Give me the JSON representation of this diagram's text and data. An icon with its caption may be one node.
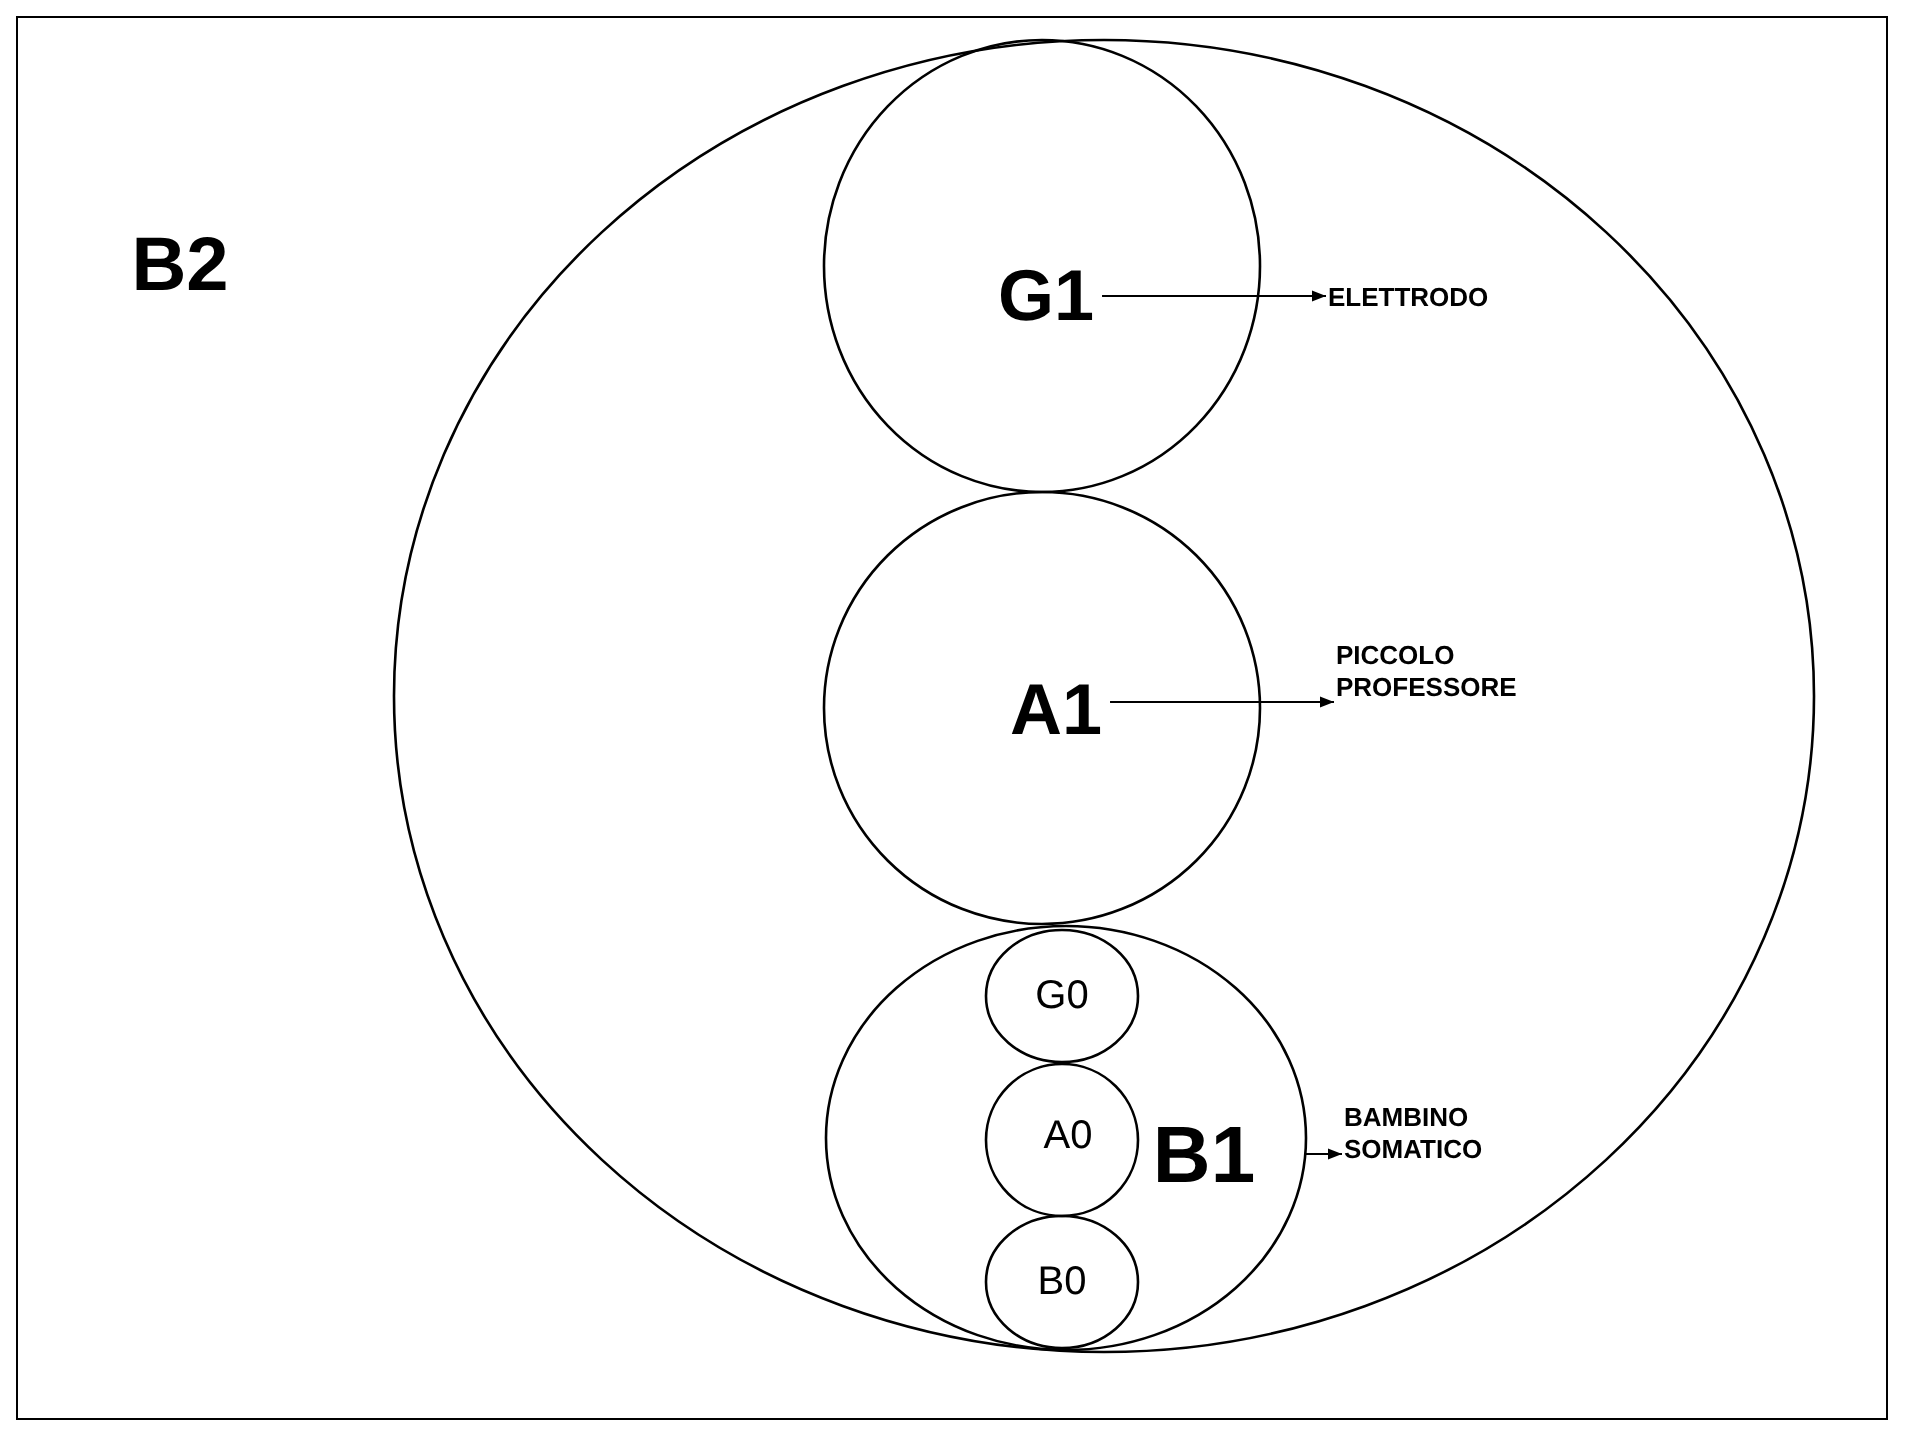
{
  "diagram": {
    "nodes": [
      {
        "text": [
          "B2"
        ]
      },
      {
        "text": [
          "G1"
        ],
        "in": 0
      },
      {
        "text": [
          "ELETTRODO"
        ],
        "in": 0
      },
      {
        "text": [
          "A1"
        ],
        "in": 0
      },
      {
        "text": [
          "PICCOLO PROFESSORE"
        ],
        "in": 0
      },
      {
        "text": [
          "B1"
        ],
        "in": 0
      },
      {
        "text": [
          "G0"
        ],
        "in": 5
      },
      {
        "text": [
          "A0"
        ],
        "in": 5
      },
      {
        "text": [
          "B0"
        ],
        "in": 5
      },
      {
        "text": [
          "BAMBINO SOMATICO"
        ],
        "in": 0
      }
    ],
    "edges": [
      {
        "from": 1,
        "to": 2,
        "arrow": "to"
      },
      {
        "from": 3,
        "to": 4,
        "arrow": "to"
      },
      {
        "from": 5,
        "to": 9,
        "arrow": "to"
      }
    ]
  }
}
